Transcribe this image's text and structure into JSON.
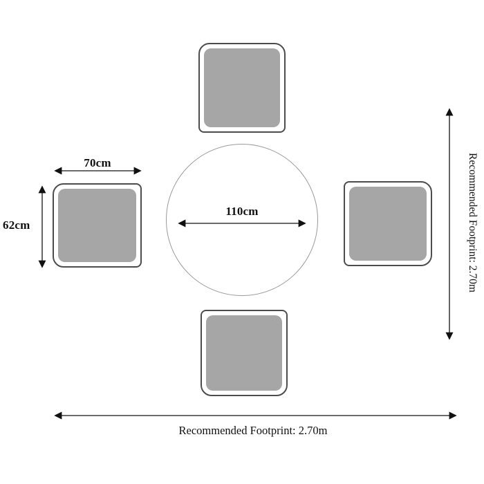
{
  "diagram": {
    "table": {
      "diameter_label": "110cm"
    },
    "chair": {
      "width_label": "70cm",
      "depth_label": "62cm"
    },
    "footprint": {
      "right_label": "Recommended Footprint: 2.70m",
      "bottom_label": "Recommended Footprint: 2.70m"
    },
    "colors": {
      "chair_fill": "#a6a6a6",
      "chair_outline": "#4c4c4c",
      "table_outline": "#9a9a9a",
      "arrow": "#111111",
      "text": "#111111",
      "background": "#ffffff"
    }
  }
}
